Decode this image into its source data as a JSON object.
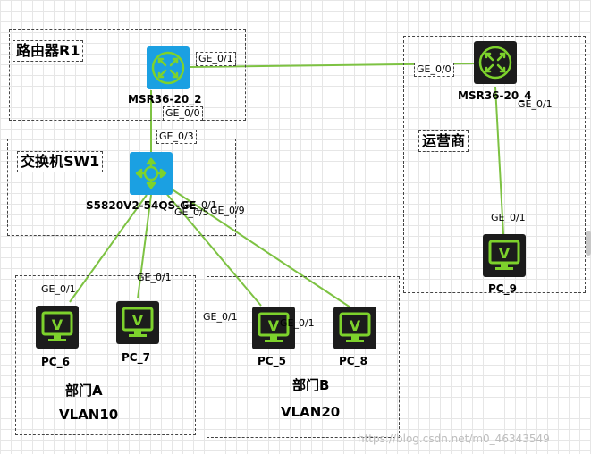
{
  "areas": {
    "router": "路由器R1",
    "switch": "交换机SW1",
    "isp": "运营商"
  },
  "devices": {
    "r1": "MSR36-20_2",
    "r2": "MSR36-20_4",
    "sw": "S5820V2-54QS-GE",
    "pc6": "PC_6",
    "pc7": "PC_7",
    "pc5": "PC_5",
    "pc8": "PC_8",
    "pc9": "PC_9"
  },
  "ports": {
    "r1_g1": "GE_0/1",
    "r2_g0": "GE_0/0",
    "r2_g1": "GE_0/1",
    "r1_g0": "GE_0/0",
    "sw_g3": "GE_0/3",
    "sw_g1": "GE_0/1",
    "sw_g5": "GE_0/5",
    "sw_g9": "GE_0/9",
    "pc9_g1": "GE_0/1",
    "pc6_g1": "GE_0/1",
    "pc7_g1": "GE_0/1",
    "pc5_g1": "GE_0/1",
    "pc8_g1": "GE_0/1"
  },
  "departments": {
    "a_name": "部门A",
    "a_vlan": "VLAN10",
    "b_name": "部门B",
    "b_vlan": "VLAN20"
  },
  "watermark": "https://blog.csdn.net/m0_46343549",
  "colors": {
    "link": "#7dc242",
    "accent_green": "#7dd22c",
    "router_blue": "#1ba0e2",
    "device_dark": "#1c1c1c"
  }
}
